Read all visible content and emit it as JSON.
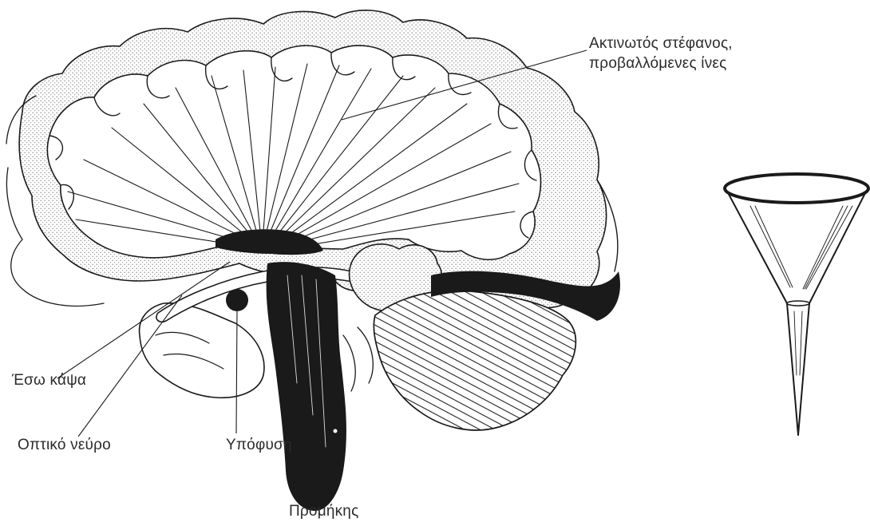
{
  "figure": {
    "labels": {
      "corona_radiata_line1": "Ακτινωτός στέφανος,",
      "corona_radiata_line2": "προβαλλόμενες ίνες",
      "internal_capsule": "Έσω κάψα",
      "optic_nerve": "Οπτικό νεύρο",
      "pituitary": "Υπόφυση",
      "medulla": "Προμήκης"
    },
    "drawings": {
      "brain": "brain-sagittal-section-illustration",
      "funnel": "funnel-illustration"
    },
    "colors": {
      "ink": "#1a1a1a",
      "cortex_stipple": "#c9c9c9",
      "background": "#ffffff"
    }
  }
}
